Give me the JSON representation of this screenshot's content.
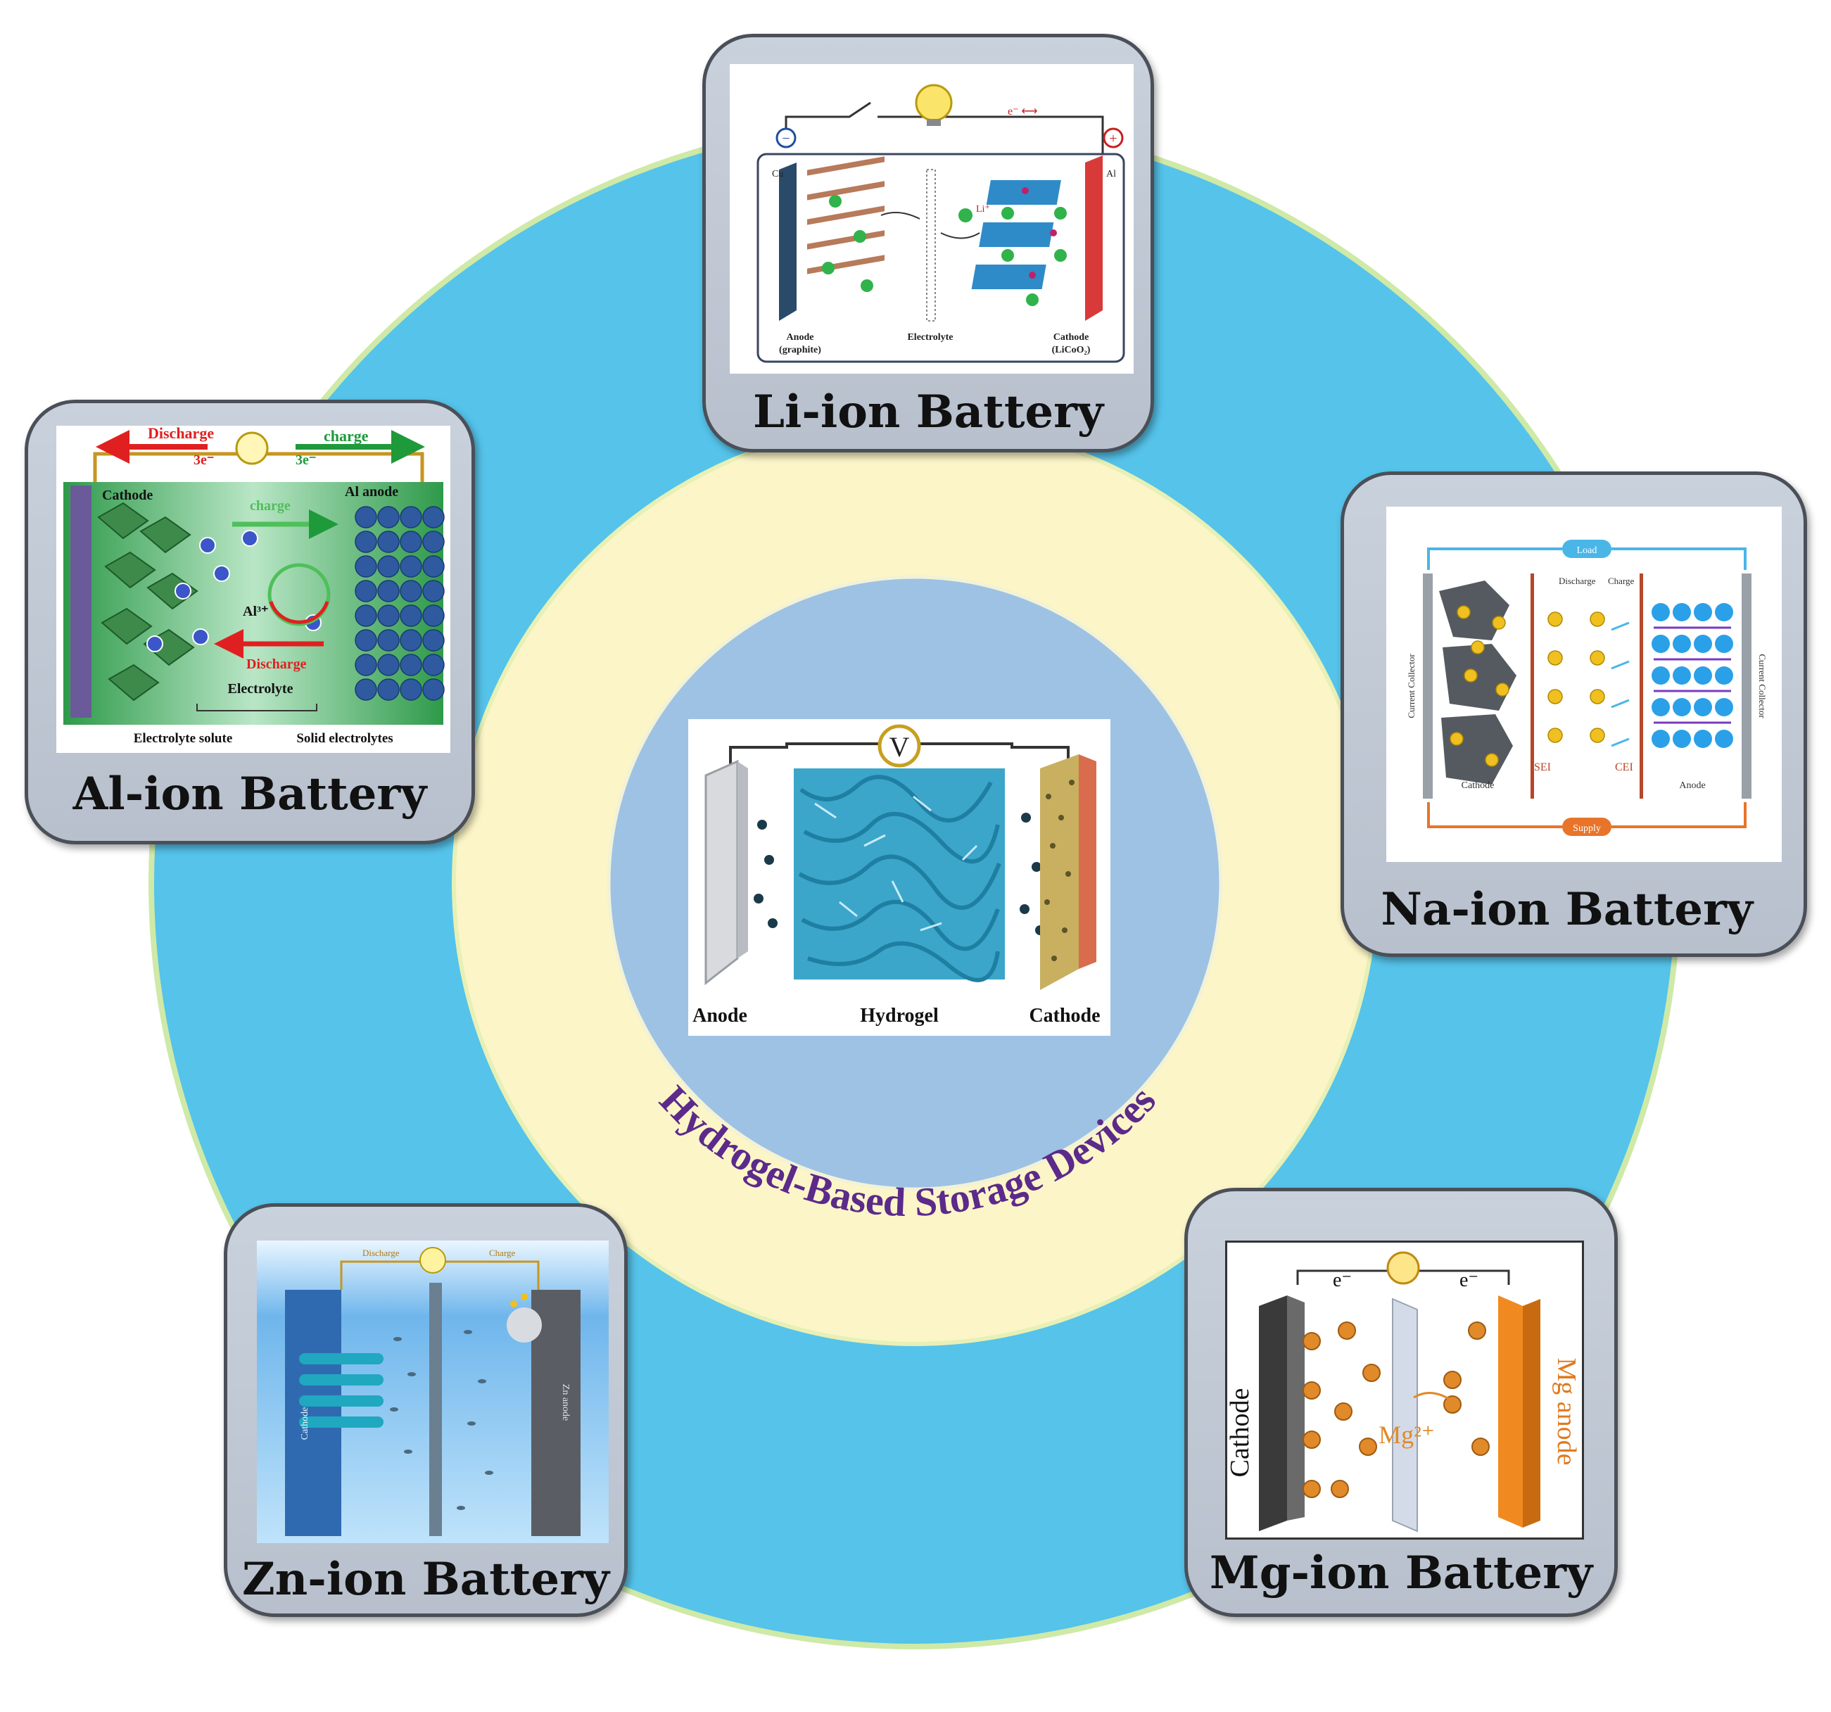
{
  "center": {
    "ring_label": "Hydrogel-Based Storage Devices",
    "labels": {
      "anode": "Anode",
      "hydrogel": "Hydrogel",
      "cathode": "Cathode",
      "meter": "V"
    }
  },
  "cards": {
    "li": {
      "title": "Li-ion Battery",
      "labels": {
        "neg": "−",
        "pos": "+",
        "cu": "Cu",
        "al": "Al",
        "li": "Li⁺",
        "legend": "e⁻ ⟷",
        "anode": "Anode",
        "anode_sub": "(graphite)",
        "electrolyte": "Electrolyte",
        "cathode": "Cathode",
        "cathode_sub": "(LiCoO₂)"
      }
    },
    "al": {
      "title": "Al-ion Battery",
      "labels": {
        "discharge_top": "Discharge",
        "e_left": "3e⁻",
        "e_right": "3e⁻",
        "charge_top": "charge",
        "cathode": "Cathode",
        "al_anode": "Al anode",
        "charge_mid": "charge",
        "ion": "Al³⁺",
        "discharge_mid": "Discharge",
        "electrolyte": "Electrolyte",
        "electrolyte_solute": "Electrolyte solute",
        "solid_electrolytes": "Solid electrolytes"
      }
    },
    "na": {
      "title": "Na-ion Battery",
      "labels": {
        "load": "Load",
        "supply": "Supply",
        "discharge": "Discharge",
        "charge": "Charge",
        "current_collector_l": "Current Collector",
        "current_collector_r": "Current Collector",
        "sei": "SEI",
        "cei": "CEI",
        "cathode": "Cathode",
        "anode": "Anode"
      }
    },
    "zn": {
      "title": "Zn-ion Battery",
      "labels": {
        "discharge": "Discharge",
        "charge": "Charge",
        "cathode": "Cathode",
        "zn_anode": "Zn anode"
      }
    },
    "mg": {
      "title": "Mg-ion Battery",
      "labels": {
        "e_left": "e⁻",
        "e_right": "e⁻",
        "cathode": "Cathode",
        "ion": "Mg²⁺",
        "mg_anode": "Mg anode"
      }
    }
  },
  "colors": {
    "outer_ring": "#55c3ea",
    "yellow_ring": "#fcf5c8",
    "inner_disc": "#9ec2e4",
    "title_purple": "#5b2a8a",
    "card_border": "#4a4f58"
  }
}
